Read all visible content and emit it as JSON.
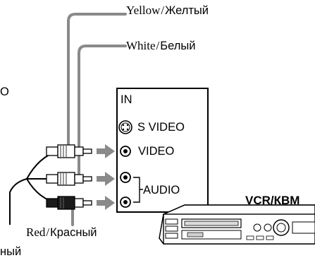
{
  "cables": {
    "yellow": {
      "label_en": "Yellow",
      "separator": "/",
      "label_ru": "Желтый"
    },
    "white": {
      "label_en": "White",
      "separator": "/",
      "label_ru": "Белый"
    },
    "red": {
      "label_en": "Red",
      "separator": "/",
      "label_ru": "Красный"
    }
  },
  "vcr_panel": {
    "title": "IN",
    "s_video": "S VIDEO",
    "video": "VIDEO",
    "audio": "AUDIO"
  },
  "vcr": {
    "label_en": "VCR/",
    "label_ru": "КВМ"
  },
  "partial_text": {
    "left_o": "O",
    "bottom_left": "ный"
  },
  "colors": {
    "line": "#7a7a7a",
    "plug_dark": "#1a1a1a",
    "panel_border": "#000000"
  }
}
